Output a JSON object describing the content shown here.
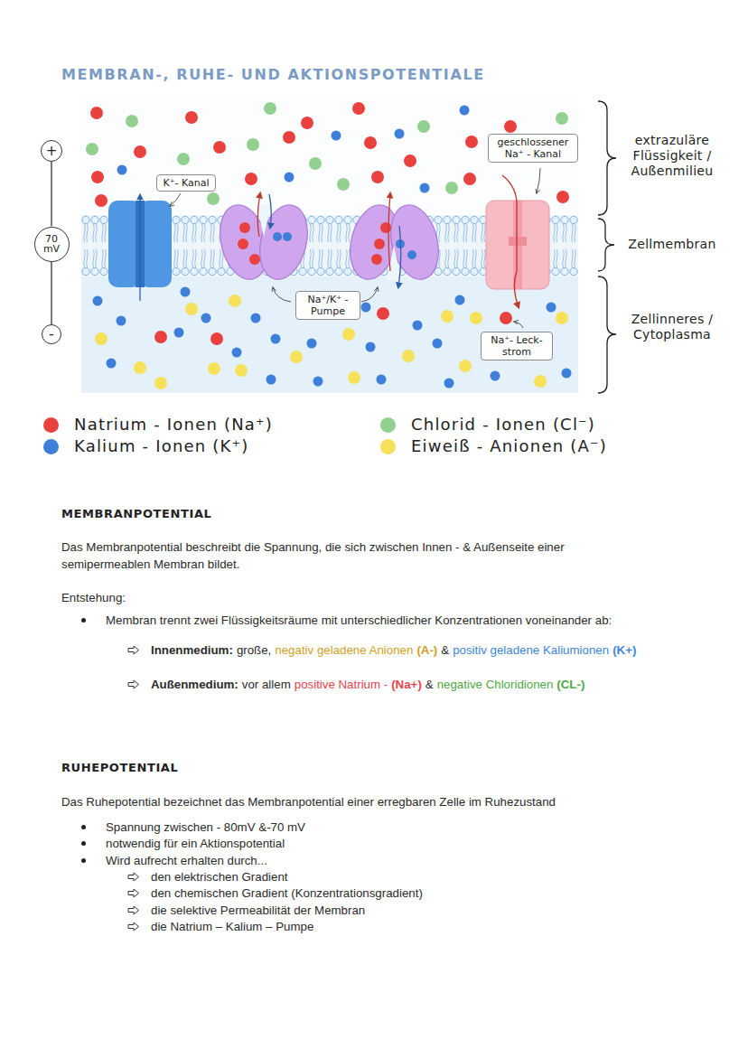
{
  "diagram": {
    "title": "MEMBRAN-, RUHE- UND AKTIONSPOTENTIALE",
    "nodes": [
      {
        "text": [
          "+"
        ]
      },
      {
        "text": [
          "70 mV"
        ]
      },
      {
        "text": [
          "-"
        ]
      },
      {
        "text": [
          "K⁺- Kanal"
        ]
      },
      {
        "text": [
          "geschlossener Na⁺ - Kanal"
        ]
      },
      {
        "text": [
          "Na⁺/K⁺ - Pumpe"
        ]
      },
      {
        "text": [
          "Na⁺- Leck- strom"
        ]
      }
    ],
    "edges": [
      {
        "from": 0,
        "to": 1,
        "arrow": "none"
      },
      {
        "from": 1,
        "to": 2,
        "arrow": "none"
      }
    ],
    "labels": [
      "extrazuläre Flüssigkeit / Außenmilieu",
      "Zellmembran",
      "Zellinneres / Cytoplasma",
      "MEMBRANPOTENTIAL",
      "Das Membranpotential beschreibt die Spannung, die sich zwischen Innen - & Außenseite einer semipermeablen Membran bildet.",
      "Entstehung:",
      "Membran trennt zwei Flüssigkeitsräume mit unterschiedlicher Konzentrationen voneinander ab:",
      "Innenmedium:",
      "große,",
      "negativ geladene Anionen",
      "(A-)",
      "&",
      "positiv geladene Kaliumionen",
      "(K+)",
      "Außenmedium:",
      "vor allem",
      "positive Natrium -",
      "(Na+)",
      "&",
      "negative Chloridionen",
      "(CL-)",
      "RUHEPOTENTIAL",
      "Das Ruhepotential bezeichnet das Membranpotential einer erregbaren Zelle im Ruhezustand",
      "Spannung zwischen - 80mV &-70 mV",
      "notwendig für ein Aktionspotential",
      "Wird aufrecht erhalten durch...",
      "den elektrischen Gradient",
      "den chemischen Gradient (Konzentrationsgradient)",
      "die selektive Permeabilität der Membran",
      "die Natrium – Kalium – Pumpe"
    ],
    "legend": [
      {
        "text": "Natrium - Ionen (Na⁺)",
        "color": "#e8413e"
      },
      {
        "text": "Kalium - Ionen (K⁺)",
        "color": "#3d7fd9"
      },
      {
        "text": "Chlorid - Ionen (Cl⁻)",
        "color": "#92d08f"
      },
      {
        "text": "Eiweiß - Anionen (A⁻)",
        "color": "#f7e05a"
      }
    ]
  }
}
